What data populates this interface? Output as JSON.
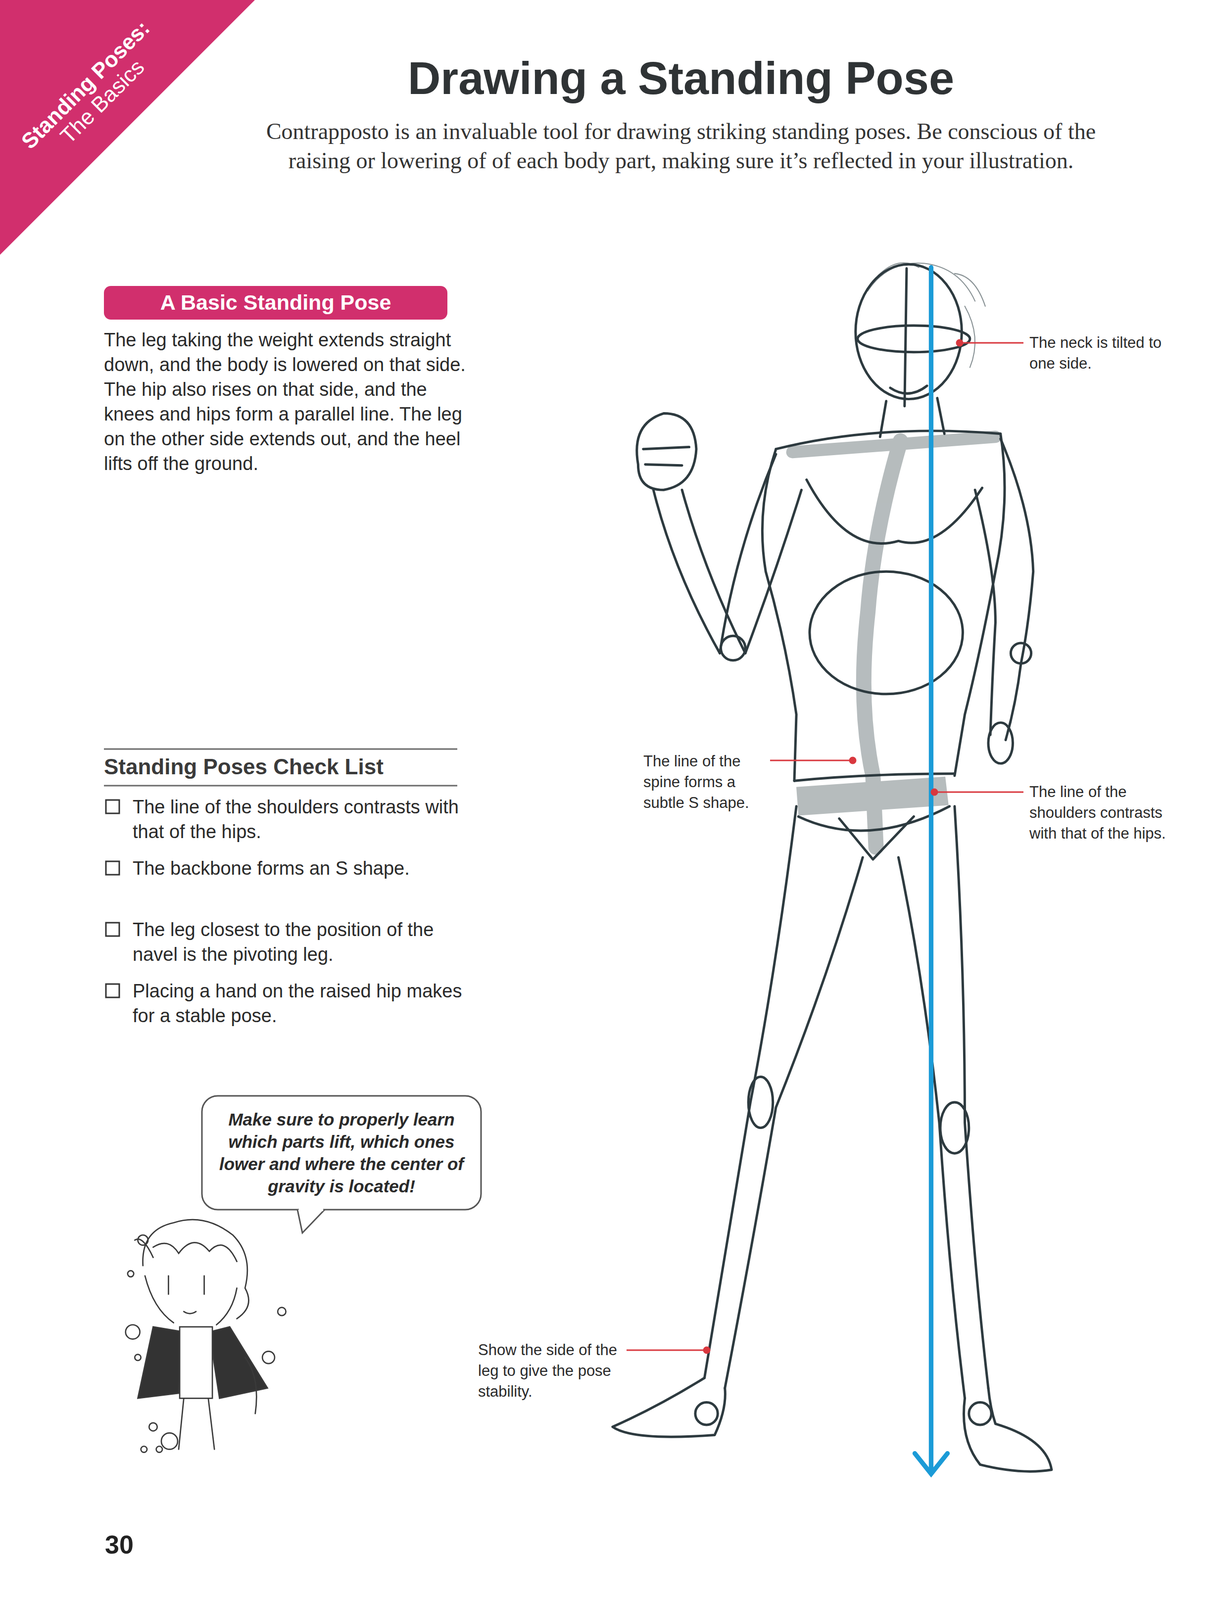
{
  "diagram": {
    "title": "Drawing a Standing Pose",
    "nodes": [
      {
        "text": [
          "Standing Poses:",
          "The Basics"
        ]
      },
      {
        "text": [
          "A Basic Standing Pose"
        ]
      },
      {
        "text": [
          "Make sure to properly learn which parts lift, which ones lower and where the center of gravity is located!"
        ]
      }
    ],
    "labels": [
      "Contrapposto is an invaluable tool for drawing striking standing poses. Be conscious of the raising or lowering of of each body part, making sure it’s reflected in your illustration.",
      "The leg taking the weight extends straight down, and the body is lowered on that side. The hip also rises on that side, and the knees and hips form a parallel line. The leg on the other side extends out, and the heel lifts off the ground.",
      "Standing Poses Check List",
      "The line of the shoulders contrasts with that of the hips.",
      "The backbone forms an S shape.",
      "The leg closest to the position of the navel is the pivoting leg.",
      "Placing a hand on the raised hip makes for a stable pose.",
      "The neck is tilted to one side.",
      "The line of the spine forms a subtle S shape.",
      "The line of the shoulders contrasts with that of the hips.",
      "Show the side of the leg to give the pose stability.",
      "30"
    ]
  }
}
